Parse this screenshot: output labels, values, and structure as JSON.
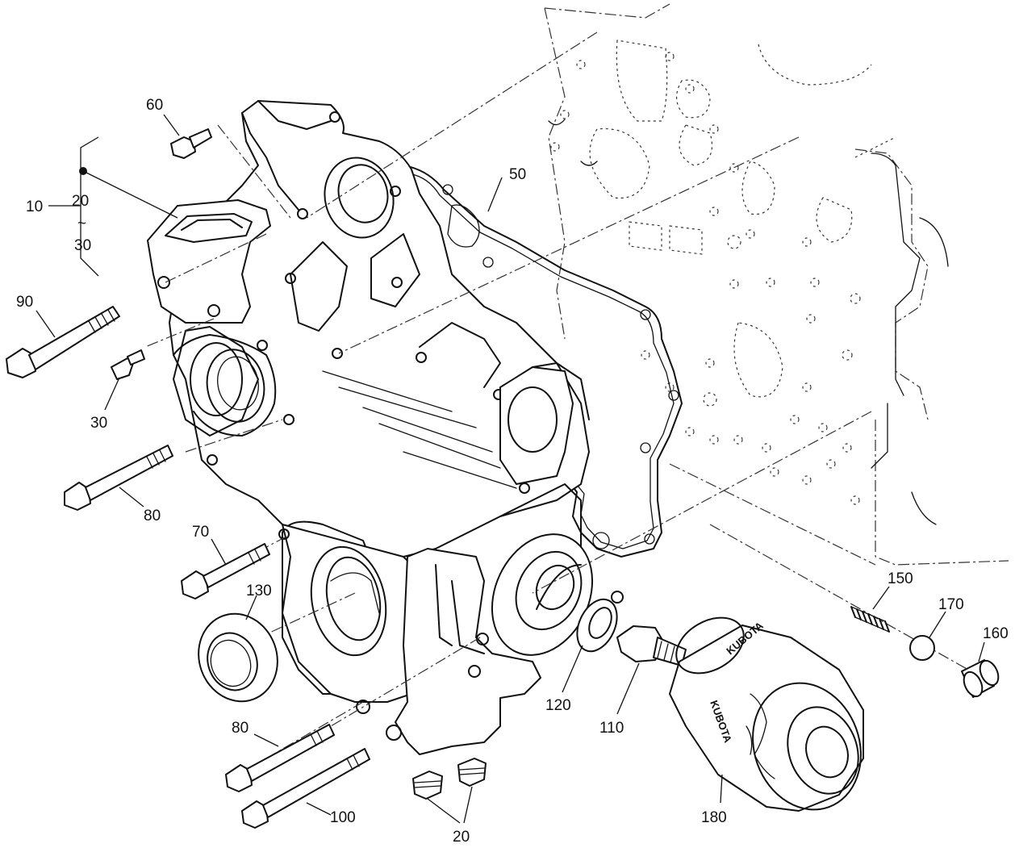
{
  "callouts": {
    "c10": "10",
    "c20_top": "20",
    "c_tilde": "~",
    "c30_top": "30",
    "c60": "60",
    "c50": "50",
    "c90": "90",
    "c30": "30",
    "c80_upper": "80",
    "c70": "70",
    "c130": "130",
    "c150": "150",
    "c170": "170",
    "c160": "160",
    "c120": "120",
    "c110": "110",
    "c80_lower": "80",
    "c100": "100",
    "c20_bottom": "20",
    "c180": "180"
  },
  "filter_text": {
    "brand_top": "KUBOTA",
    "brand_side": "KUBOTA"
  }
}
